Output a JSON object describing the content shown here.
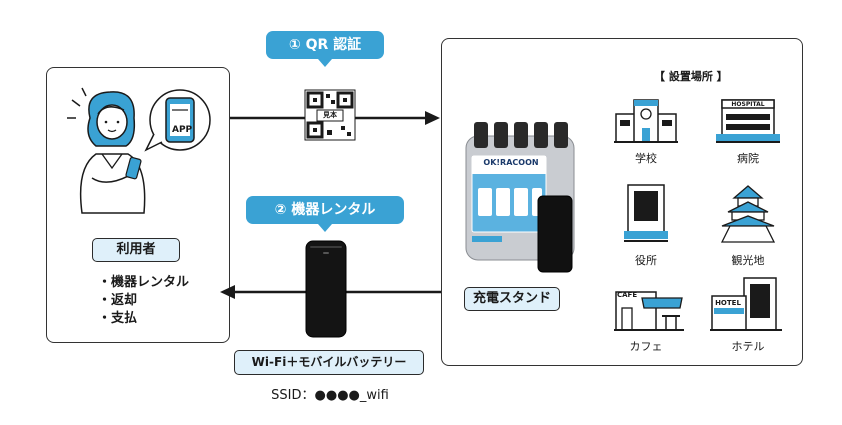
{
  "steps": {
    "qr_auth": "① QR 認証",
    "rental": "② 機器レンタル"
  },
  "qr_code": {
    "sample_text": "見本"
  },
  "user": {
    "app_label": "APP",
    "title": "利用者",
    "actions": [
      "・機器レンタル",
      "・返却",
      "・支払"
    ]
  },
  "device": {
    "label": "Wi-Fi＋モバイルバッテリー",
    "ssid": "SSID：●●●●_wifi"
  },
  "station": {
    "label": "充電スタンド",
    "brand": "OK!RACOON",
    "locations_title": "【 設置場所 】",
    "locations": [
      {
        "name": "学校",
        "icon": "school-icon"
      },
      {
        "name": "病院",
        "icon": "hospital-icon",
        "sign": "HOSPITAL"
      },
      {
        "name": "役所",
        "icon": "office-building-icon"
      },
      {
        "name": "観光地",
        "icon": "castle-icon"
      },
      {
        "name": "カフェ",
        "icon": "cafe-icon",
        "sign": "CAFE"
      },
      {
        "name": "ホテル",
        "icon": "hotel-icon",
        "sign": "HOTEL"
      }
    ]
  },
  "colors": {
    "accent": "#3aa2d4",
    "label_bg": "#dff0fa",
    "dark": "#2b2b2b"
  }
}
